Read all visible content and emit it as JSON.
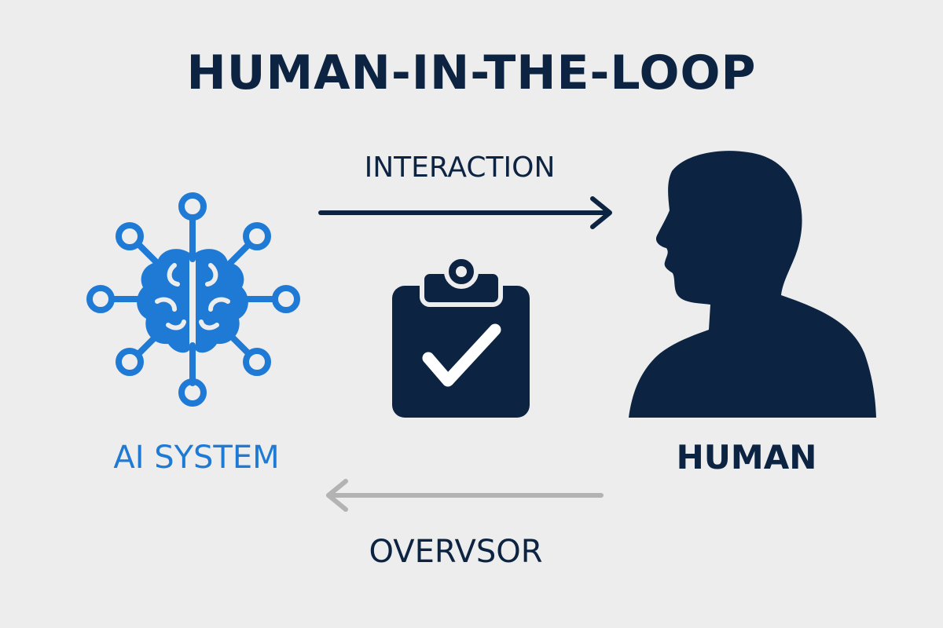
{
  "title": "HUMAN-IN-THE-LOOP",
  "nodes": {
    "ai_system": {
      "label": "AI SYSTEM",
      "icon": "brain-network-icon"
    },
    "human": {
      "label": "HUMAN",
      "icon": "person-silhouette-icon"
    },
    "review": {
      "icon": "clipboard-check-icon"
    }
  },
  "edges": {
    "interaction": {
      "label": "INTERACTION",
      "from": "ai_system",
      "to": "human"
    },
    "oversight": {
      "label": "OVERVSOR",
      "from": "human",
      "to": "ai_system"
    }
  },
  "colors": {
    "primary": "#0c2442",
    "accent": "#1f7ad6",
    "muted_arrow": "#b3b3b3",
    "background": "#eeeded",
    "check": "#ffffff"
  }
}
